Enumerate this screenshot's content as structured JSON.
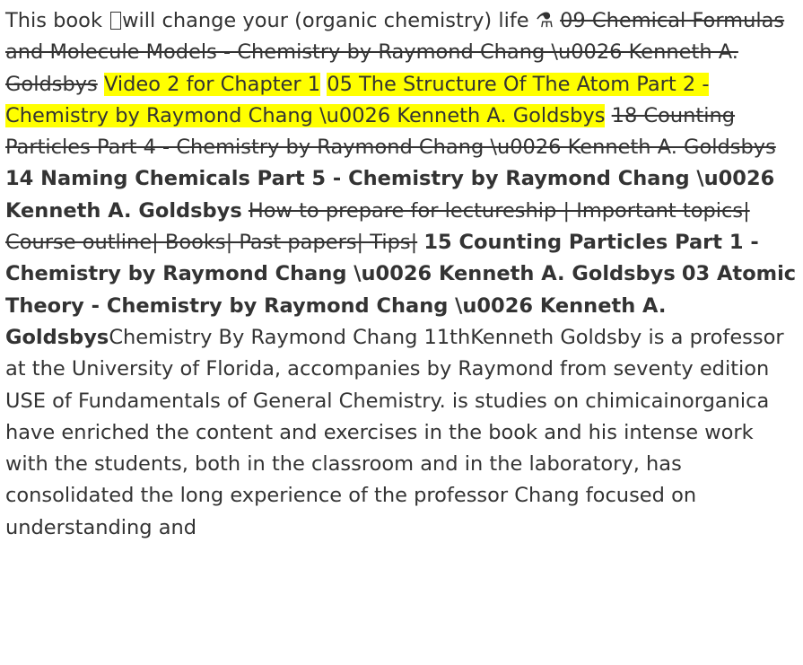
{
  "document": {
    "intro_before_glyph": "This book ",
    "intro_after_glyph": "will change your (organic chemistry) life ",
    "flask_glyph": "⚗",
    "segments": [
      {
        "style": "strike",
        "text": "09 Chemical Formulas and Molecule Models - Chemistry by Raymond Chang \\u0026 Kenneth A. Goldsbys"
      },
      {
        "style": "highlight",
        "text": "Video 2 for Chapter 1"
      },
      {
        "style": "highlight",
        "text": "05 The Structure Of The Atom Part 2 - Chemistry by Raymond Chang \\u0026 Kenneth A. Goldsbys"
      },
      {
        "style": "strike",
        "text": "18 Counting Particles Part 4 - Chemistry by Raymond Chang \\u0026 Kenneth A. Goldsbys"
      },
      {
        "style": "bold",
        "text": "14 Naming Chemicals Part 5 - Chemistry by Raymond Chang \\u0026 Kenneth A. Goldsbys"
      },
      {
        "style": "strike",
        "text": "How to prepare for lectureship | Important topics| Course outline| Books| Past papers| Tips|"
      },
      {
        "style": "bold",
        "text": "15 Counting Particles Part 1 - Chemistry by Raymond Chang \\u0026 Kenneth A. Goldsbys"
      },
      {
        "style": "bold",
        "text": "03 Atomic Theory - Chemistry by Raymond Chang \\u0026 Kenneth A. Goldsbys"
      }
    ],
    "body_text": "Chemistry By Raymond Chang 11thKenneth Goldsby is a professor at the University of Florida, accompanies by Raymond from seventy edition USE of Fundamentals of General Chemistry. is studies on chimicainorganica have enriched the content and exercises in the book and his intense work with the students, both in the classroom and in the laboratory, has consolidated the long experience of the professor Chang focused on understanding and"
  }
}
